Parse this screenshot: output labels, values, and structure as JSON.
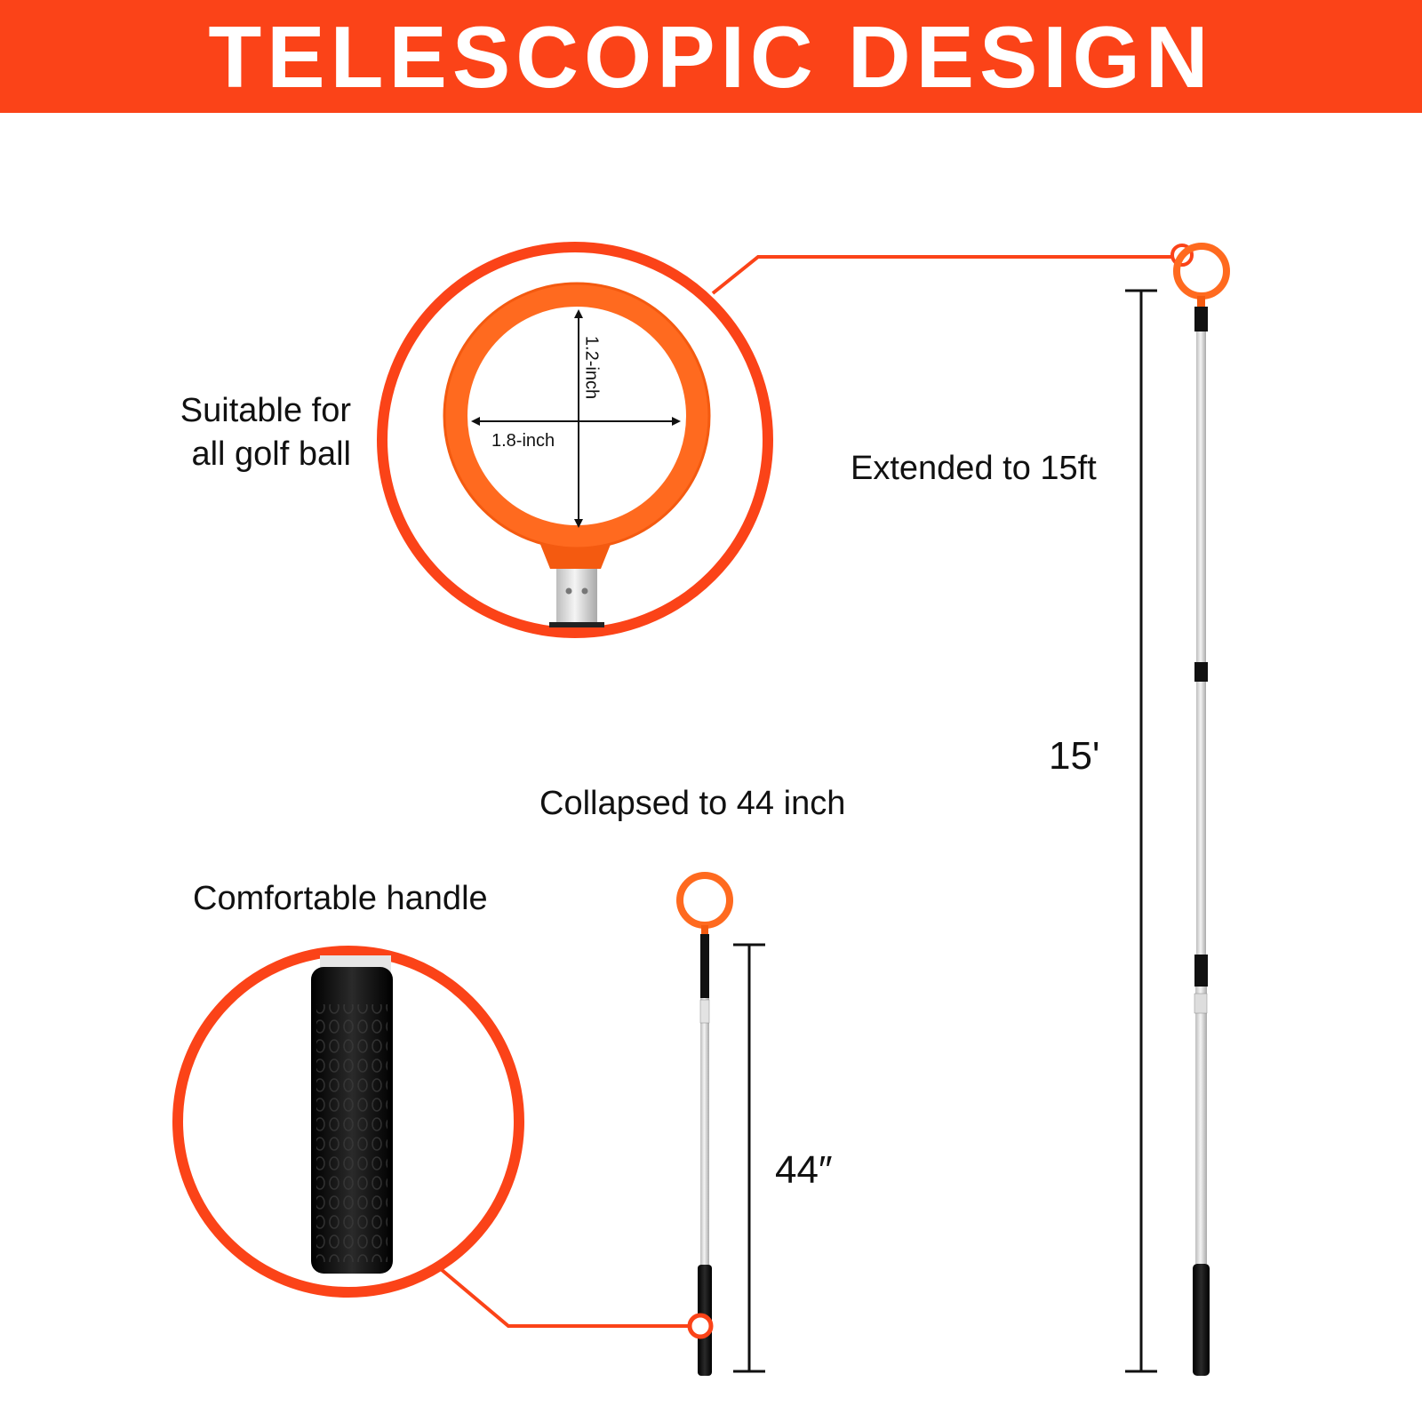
{
  "banner": {
    "title": "TELESCOPIC DESIGN",
    "color": "#fb4318"
  },
  "features": {
    "ring_label_line1": "Suitable for",
    "ring_label_line2": "all golf ball",
    "ring_height": "1.2-inch",
    "ring_width": "1.8-inch",
    "handle_label": "Comfortable handle"
  },
  "extended": {
    "label": "Extended to 15ft",
    "measure": "15'"
  },
  "collapsed": {
    "label": "Collapsed to 44 inch",
    "measure": "44″"
  },
  "colors": {
    "accent": "#fb4318",
    "ring_orange": "#ff6a1f",
    "shaft": "#d9d9d9",
    "grip": "#111111"
  },
  "icons": [
    "ball-ring-icon",
    "telescopic-pole-icon",
    "grip-handle-icon"
  ]
}
